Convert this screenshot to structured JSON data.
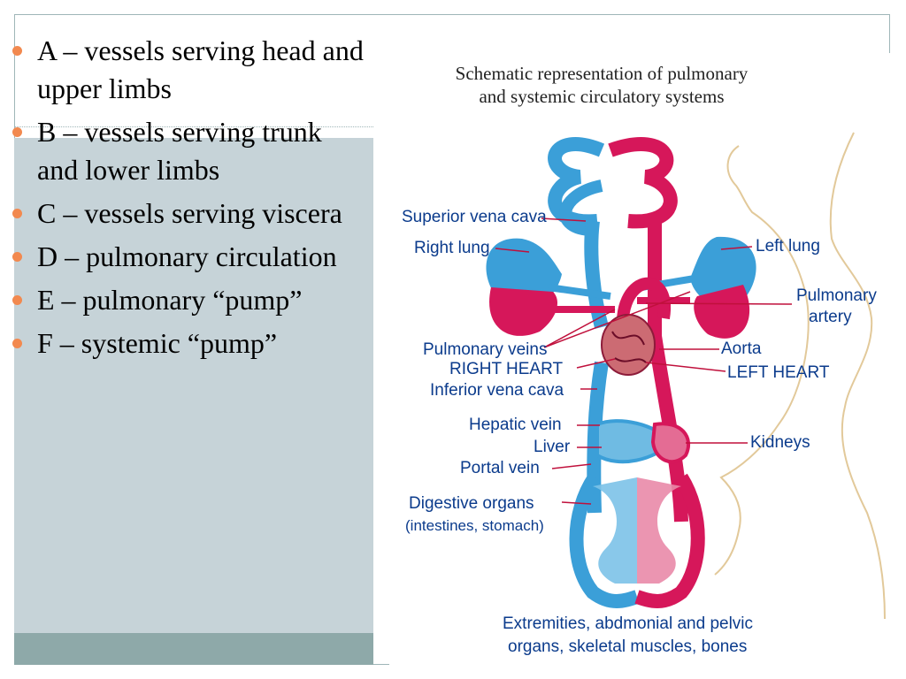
{
  "bullets": [
    {
      "text": "A – vessels serving head and upper limbs"
    },
    {
      "text": "B – vessels serving trunk and lower limbs"
    },
    {
      "text": "C – vessels serving viscera"
    },
    {
      "text": "D – pulmonary circulation"
    },
    {
      "text": "E – pulmonary “pump”"
    },
    {
      "text": "F – systemic “pump”"
    }
  ],
  "diagram": {
    "title_line1": "Schematic representation of pulmonary",
    "title_line2": "and systemic circulatory systems",
    "labels": {
      "superior_vena_cava": "Superior vena cava",
      "right_lung": "Right lung",
      "left_lung": "Left lung",
      "pulmonary_artery_1": "Pulmonary",
      "pulmonary_artery_2": "artery",
      "pulmonary_veins": "Pulmonary veins",
      "aorta": "Aorta",
      "right_heart": "RIGHT HEART",
      "left_heart": "LEFT HEART",
      "inferior_vena_cava": "Inferior vena cava",
      "hepatic_vein": "Hepatic vein",
      "liver": "Liver",
      "kidneys": "Kidneys",
      "portal_vein": "Portal vein",
      "digestive_organs": "Digestive organs",
      "digestive_organs_sub": "(intestines, stomach)",
      "extremities_1": "Extremities, abdmonial and pelvic",
      "extremities_2": "organs, skeletal muscles, bones"
    },
    "colors": {
      "vein": "#3b9fd8",
      "artery": "#d6175a",
      "label": "#0b3b8c",
      "leader": "#c0103c",
      "silhouette": "#e2c99a"
    }
  }
}
